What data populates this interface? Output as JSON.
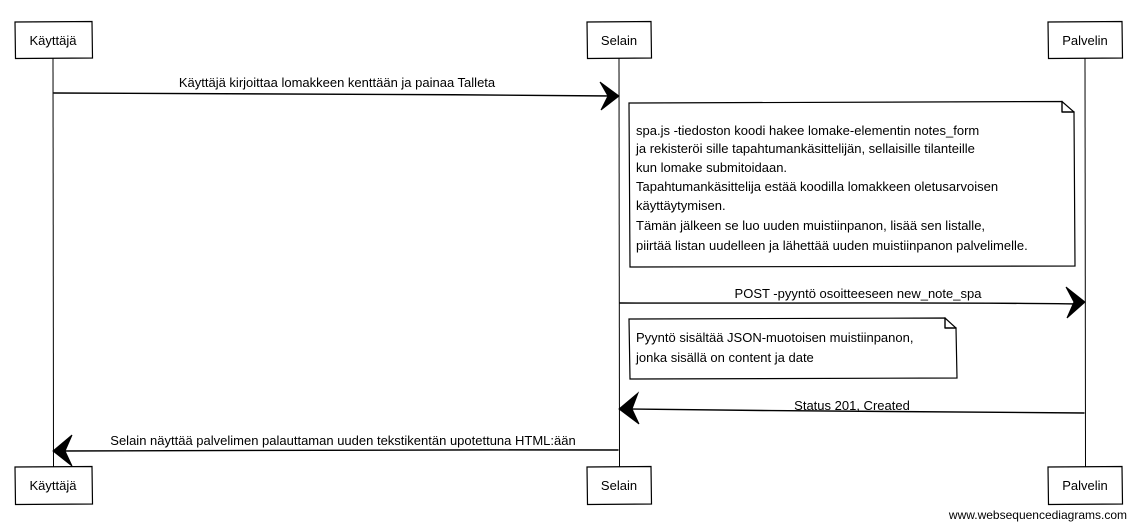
{
  "participants": [
    {
      "id": "user",
      "label": "Käyttäjä"
    },
    {
      "id": "browser",
      "label": "Selain"
    },
    {
      "id": "server",
      "label": "Palvelin"
    }
  ],
  "messages": [
    {
      "from": "user",
      "to": "browser",
      "label": "Käyttäjä kirjoittaa lomakkeen kenttään ja painaa Talleta"
    },
    {
      "from": "browser",
      "to": "server",
      "label": "POST -pyyntö osoitteeseen new_note_spa"
    },
    {
      "from": "server",
      "to": "browser",
      "label": "Status 201, Created"
    },
    {
      "from": "browser",
      "to": "user",
      "label": "Selain näyttää palvelimen palauttaman uuden tekstikentän upotettuna HTML:ään"
    }
  ],
  "notes": [
    {
      "over": "browser",
      "lines": [
        "spa.js -tiedoston koodi hakee lomake-elementin notes_form",
        "ja rekisteröi sille tapahtumankäsittelijän, sellaisille tilanteille",
        "kun lomake submitoidaan.",
        "Tapahtumankäsittelija estää koodilla lomakkeen oletusarvoisen",
        "käyttäytymisen.",
        "Tämän jälkeen se luo uuden muistiinpanon, lisää sen listalle,",
        "piirtää listan uudelleen ja lähettää uuden muistiinpanon palvelimelle."
      ]
    },
    {
      "over": "browser",
      "lines": [
        "Pyyntö sisältää JSON-muotoisen muistiinpanon,",
        "jonka sisällä on content ja date"
      ]
    }
  ],
  "watermark": "www.websequencediagrams.com"
}
